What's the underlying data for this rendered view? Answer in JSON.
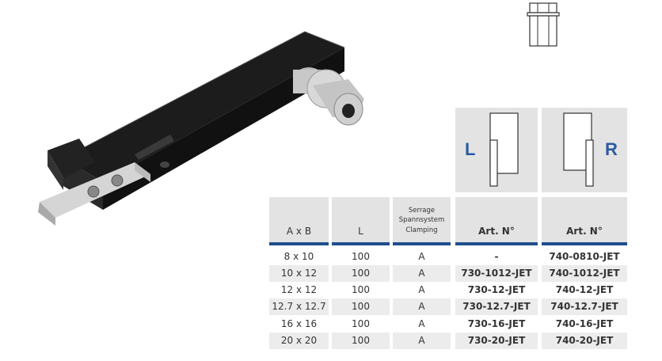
{
  "table": {
    "headers": {
      "ab": "A x B",
      "l": "L",
      "clamping_line1": "Serrage",
      "clamping_line2": "Spannsystem",
      "clamping_line3": "Clamping",
      "art_left": "Art. N°",
      "art_right": "Art. N°"
    },
    "variant_left_label": "L",
    "variant_right_label": "R",
    "rows": [
      {
        "ab": "8 x 10",
        "l": "100",
        "clamp": "A",
        "art_l": "-",
        "art_r": "740-0810-JET"
      },
      {
        "ab": "10 x 12",
        "l": "100",
        "clamp": "A",
        "art_l": "730-1012-JET",
        "art_r": "740-1012-JET"
      },
      {
        "ab": "12 x 12",
        "l": "100",
        "clamp": "A",
        "art_l": "730-12-JET",
        "art_r": "740-12-JET"
      },
      {
        "ab": "12.7 x 12.7",
        "l": "100",
        "clamp": "A",
        "art_l": "730-12.7-JET",
        "art_r": "740-12.7-JET"
      },
      {
        "ab": "16 x 16",
        "l": "100",
        "clamp": "A",
        "art_l": "730-16-JET",
        "art_r": "740-16-JET"
      },
      {
        "ab": "20 x 20",
        "l": "100",
        "clamp": "A",
        "art_l": "730-20-JET",
        "art_r": "740-20-JET"
      }
    ]
  },
  "colors": {
    "accent": "#1f4e8c",
    "label_blue": "#2a5aa0",
    "header_bg": "#e3e3e4",
    "row_shade": "#ececec"
  }
}
